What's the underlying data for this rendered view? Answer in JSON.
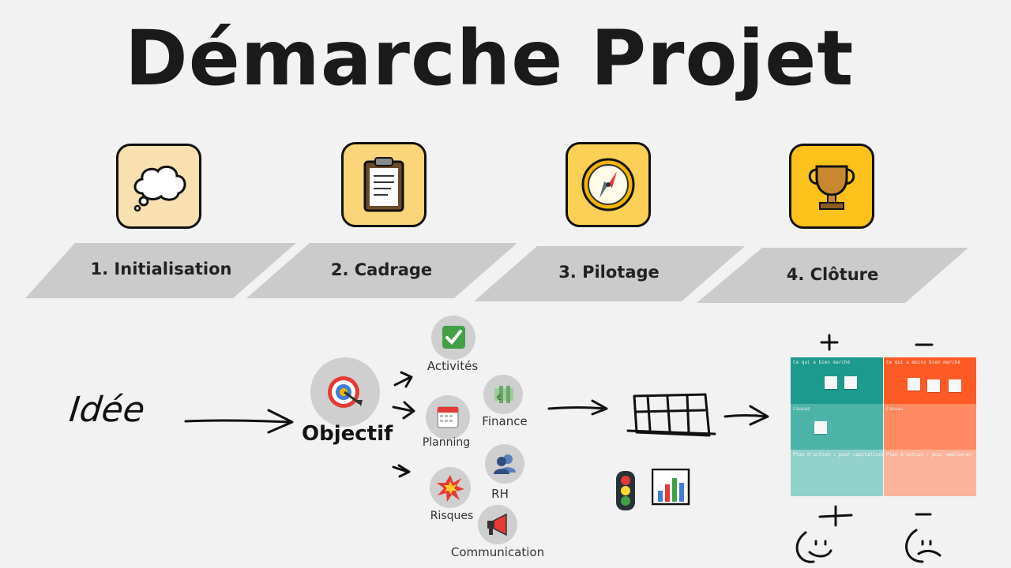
{
  "title": "Démarche Projet",
  "phases": [
    {
      "label": "1. Initialisation",
      "icon": "thought-bubble-icon",
      "bg": "#f8e0b0"
    },
    {
      "label": "2. Cadrage",
      "icon": "clipboard-icon",
      "bg": "#fbd57a"
    },
    {
      "label": "3. Pilotage",
      "icon": "compass-icon",
      "bg": "#fccf55"
    },
    {
      "label": "4. Clôture",
      "icon": "trophy-icon",
      "bg": "#fcc21b"
    }
  ],
  "flow": {
    "idea": "Idée",
    "objective": "Objectif",
    "objective_icon": "target-icon",
    "items": [
      {
        "label": "Activités",
        "icon": "checkmark-icon"
      },
      {
        "label": "Finance",
        "icon": "money-icon"
      },
      {
        "label": "Planning",
        "icon": "calendar-icon"
      },
      {
        "label": "RH",
        "icon": "people-icon"
      },
      {
        "label": "Risques",
        "icon": "explosion-icon"
      },
      {
        "label": "Communication",
        "icon": "megaphone-icon"
      }
    ],
    "dashboard_icons": [
      "traffic-light-icon",
      "bar-chart-icon"
    ]
  },
  "retro": {
    "plus": "+",
    "minus": "−",
    "cells": [
      "Ce qui a bien marché",
      "Ce qui a moins bien marché",
      "Causes",
      "Causes",
      "Plan d'action : pour capitaliser",
      "Plan d'action : pour améliorer"
    ],
    "colors": {
      "green_dark": "#1c9a8e",
      "green_mid": "#4db3a8",
      "green_light": "#93d1cb",
      "orange_dark": "#fd5a25",
      "orange_mid": "#fd8a60",
      "orange_light": "#fbb39a"
    }
  }
}
